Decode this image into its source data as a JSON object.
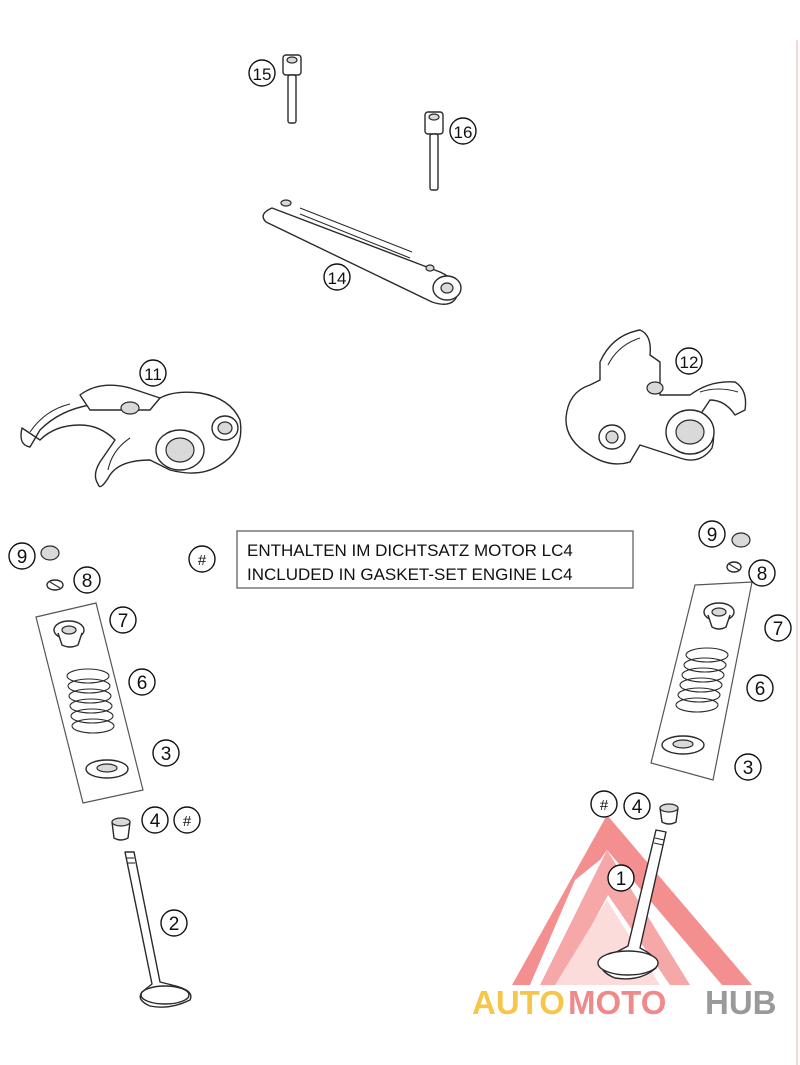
{
  "labels": {
    "n1": "1",
    "n2": "2",
    "n3a": "3",
    "n3b": "3",
    "n4a": "4",
    "n4b": "4",
    "n6a": "6",
    "n6b": "6",
    "n7a": "7",
    "n7b": "7",
    "n8a": "8",
    "n8b": "8",
    "n9a": "9",
    "n9b": "9",
    "n11": "11",
    "n12": "12",
    "n14": "14",
    "n15": "15",
    "n16": "16",
    "hash1": "#",
    "hash2": "#",
    "hash3": "#"
  },
  "legend": {
    "symbol": "#",
    "line1": "ENTHALTEN IM DICHTSATZ MOTOR LC4",
    "line2": "INCLUDED IN GASKET-SET ENGINE LC4"
  },
  "watermark": {
    "part1": "AUTO",
    "part2": "MOTO",
    "part3": "HUB",
    "colors": {
      "auto": "#f5c64a",
      "moto": "#f08a8a",
      "hub": "#9a9a9a",
      "triangle": "#f06a6a"
    }
  }
}
